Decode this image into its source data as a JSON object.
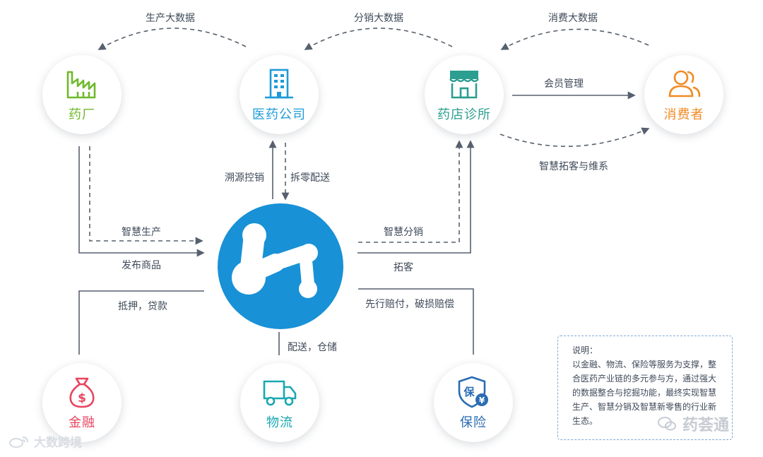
{
  "colors": {
    "factory": "#6fb92c",
    "pharma": "#1e9bd7",
    "store": "#2b9e8f",
    "consumer": "#f08a24",
    "finance": "#e8455f",
    "logistics": "#1aa7b1",
    "insurance": "#2a6cb3",
    "hub": "#1891d6",
    "line": "#56606e"
  },
  "nodes": {
    "factory": {
      "label": "药厂",
      "icon": "factory-icon"
    },
    "pharma": {
      "label": "医药公司",
      "icon": "office-building-icon"
    },
    "store": {
      "label": "药店诊所",
      "icon": "storefront-icon"
    },
    "consumer": {
      "label": "消费者",
      "icon": "users-icon"
    },
    "finance": {
      "label": "金融",
      "icon": "money-bag-icon"
    },
    "logistics": {
      "label": "物流",
      "icon": "truck-icon"
    },
    "insurance": {
      "label": "保险",
      "icon": "insurance-shield-icon"
    },
    "hub": {
      "icon": "platform-logo-icon"
    }
  },
  "edges": {
    "production_data": "生产大数据",
    "distribution_data": "分销大数据",
    "consumption_data": "消费大数据",
    "member_management": "会员管理",
    "customer_acquisition_retention": "智慧拓客与维系",
    "trace_sales_control": "溯源控销",
    "split_delivery": "拆零配送",
    "smart_production": "智慧生产",
    "publish_products": "发布商品",
    "smart_distribution": "智慧分销",
    "acquire_customers": "拓客",
    "mortgage_loan": "抵押，贷款",
    "delivery_storage": "配送，仓储",
    "compensation": "先行赔付，破损赔偿"
  },
  "note": {
    "title": "说明：",
    "body": "以金融、物流、保险等服务为支撑，整合医药产业链的多元参与方，通过强大的数据整合与挖掘功能，最终实现智慧生产、智慧分销及智慧新零售的行业新生态。"
  },
  "watermarks": {
    "left": "大数跨境",
    "right": "药荟通"
  }
}
